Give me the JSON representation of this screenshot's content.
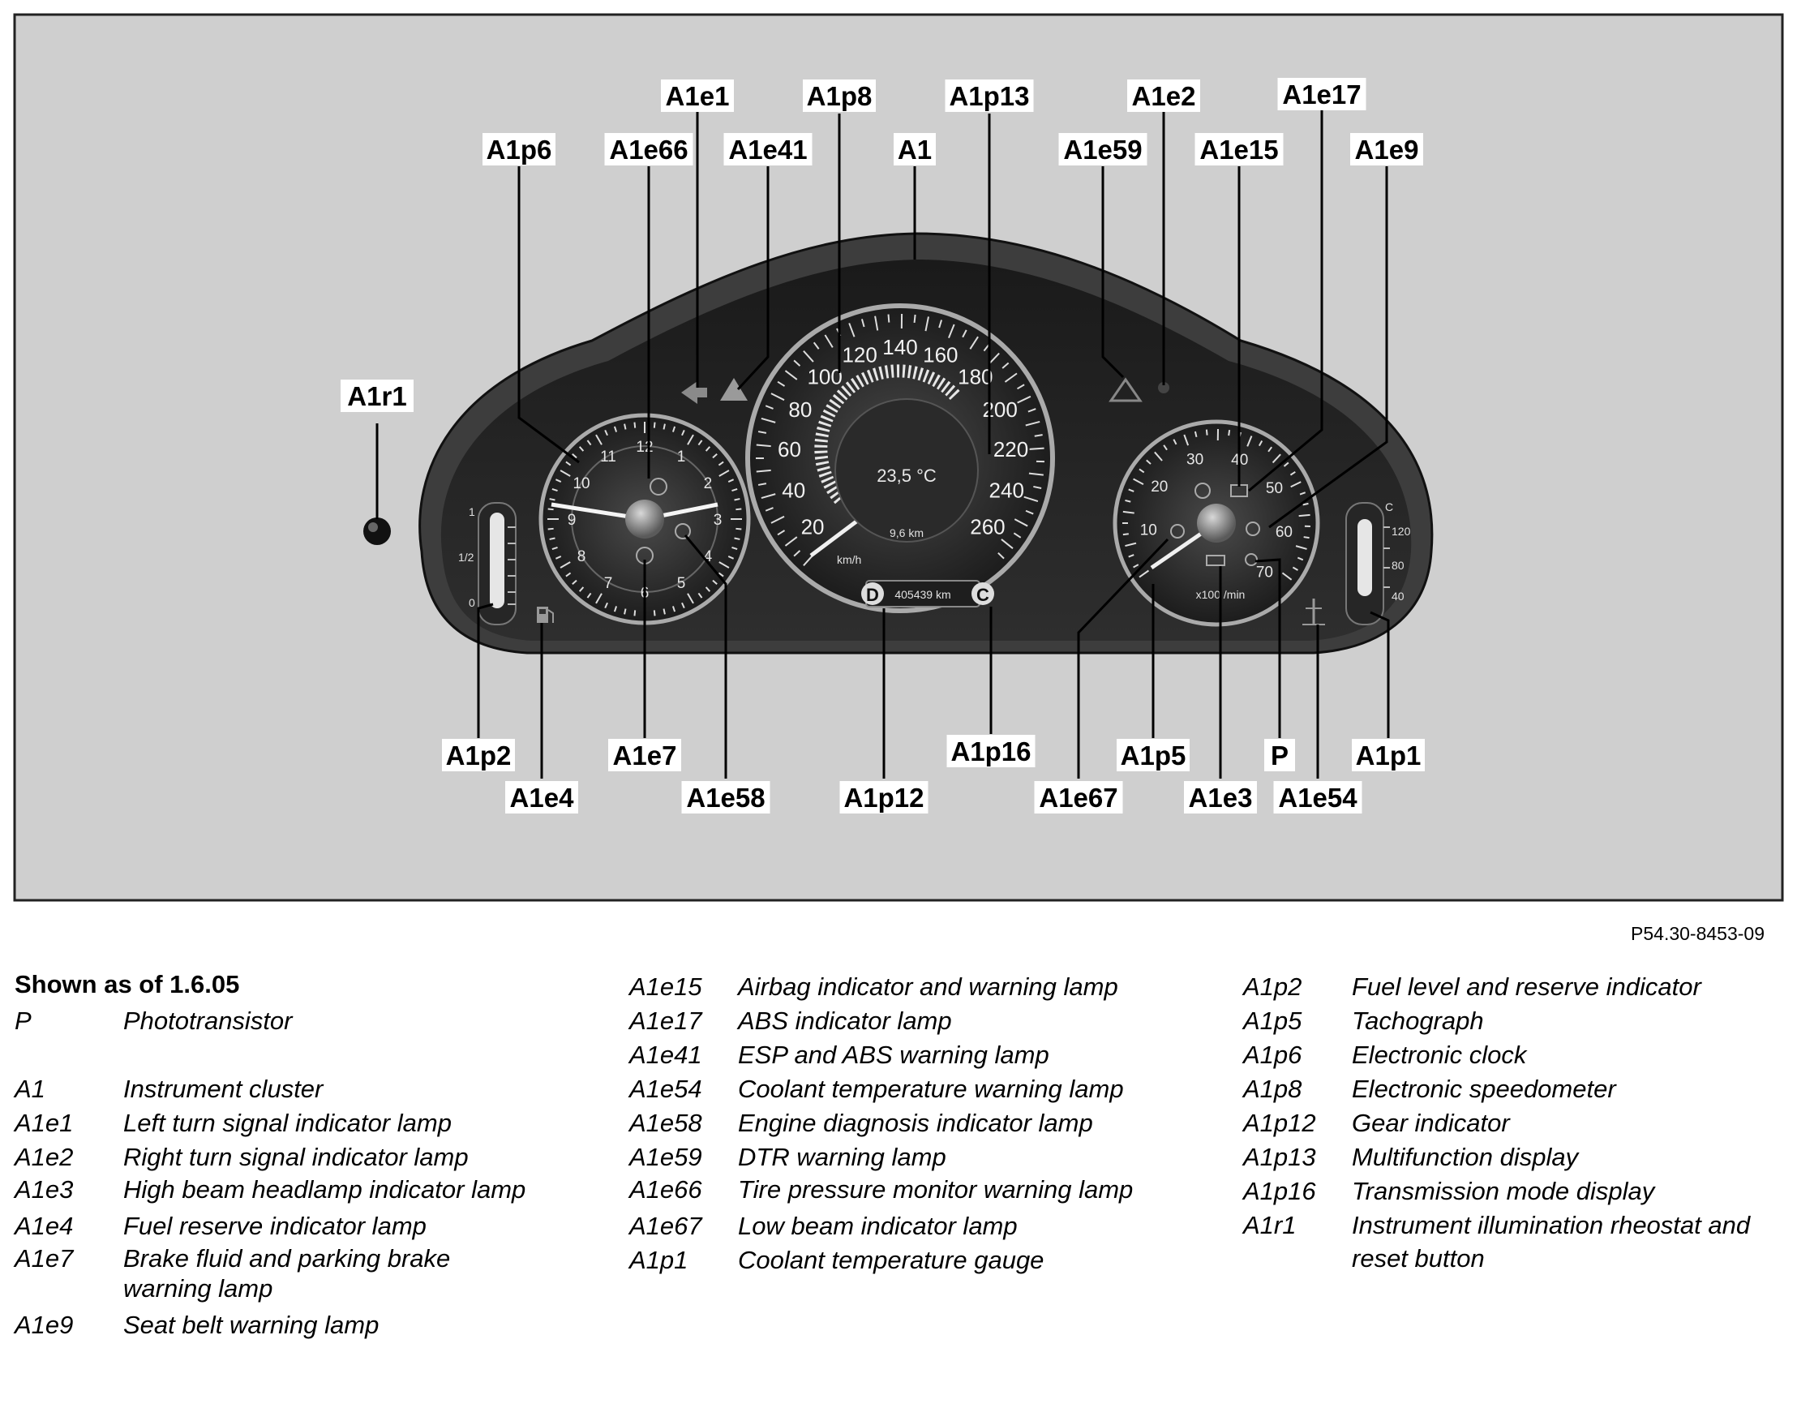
{
  "figure": {
    "labels": {
      "A1e1": "A1e1",
      "A1p8": "A1p8",
      "A1p13": "A1p13",
      "A1e2": "A1e2",
      "A1e17": "A1e17",
      "A1p6": "A1p6",
      "A1e66": "A1e66",
      "A1e41": "A1e41",
      "A1": "A1",
      "A1e59": "A1e59",
      "A1e15": "A1e15",
      "A1e9": "A1e9",
      "A1r1": "A1r1",
      "A1p2": "A1p2",
      "A1e7": "A1e7",
      "A1p16": "A1p16",
      "A1p5": "A1p5",
      "P": "P",
      "A1p1": "A1p1",
      "A1e4": "A1e4",
      "A1e58": "A1e58",
      "A1p12": "A1p12",
      "A1e67": "A1e67",
      "A1e3": "A1e3",
      "A1e54": "A1e54"
    },
    "speedometer": {
      "numbers": [
        "20",
        "40",
        "60",
        "80",
        "100",
        "120",
        "140",
        "160",
        "180",
        "200",
        "220",
        "240",
        "260"
      ],
      "unit": "km/h"
    },
    "clock": {
      "numbers": [
        "12",
        "1",
        "2",
        "3",
        "4",
        "5",
        "6",
        "7",
        "8",
        "9",
        "10",
        "11"
      ]
    },
    "tachometer": {
      "numbers": [
        "10",
        "20",
        "30",
        "40",
        "50",
        "60",
        "70"
      ],
      "unit": "x100 /min"
    },
    "fuel_gauge": {
      "marks": [
        "1",
        "1/2",
        "0"
      ]
    },
    "coolant_gauge": {
      "marks": [
        "C",
        "120",
        "80",
        "40"
      ]
    },
    "display": {
      "temperature": "23,5 °C",
      "trip": "9,6 km",
      "odometer": "405439 km",
      "gear": "D",
      "mode": "C"
    }
  },
  "ref_code": "P54.30-8453-09",
  "legend": {
    "heading": "Shown as of 1.6.05",
    "col1": [
      {
        "code": "P",
        "desc": "Phototransistor"
      },
      {
        "code": "A1",
        "desc": "Instrument cluster"
      },
      {
        "code": "A1e1",
        "desc": "Left turn signal indicator lamp"
      },
      {
        "code": "A1e2",
        "desc": "Right turn signal indicator lamp"
      },
      {
        "code": "A1e3",
        "desc": "High beam headlamp indicator lamp"
      },
      {
        "code": "A1e4",
        "desc": "Fuel reserve indicator lamp"
      },
      {
        "code": "A1e7",
        "desc": "Brake fluid and parking brake warning lamp"
      },
      {
        "code": "A1e9",
        "desc": "Seat belt warning lamp"
      }
    ],
    "col2": [
      {
        "code": "A1e15",
        "desc": "Airbag indicator and warning lamp"
      },
      {
        "code": "A1e17",
        "desc": "ABS indicator lamp"
      },
      {
        "code": "A1e41",
        "desc": "ESP and ABS warning lamp"
      },
      {
        "code": "A1e54",
        "desc": "Coolant temperature warning lamp"
      },
      {
        "code": "A1e58",
        "desc": "Engine diagnosis indicator lamp"
      },
      {
        "code": "A1e59",
        "desc": "DTR warning lamp"
      },
      {
        "code": "A1e66",
        "desc": "Tire pressure monitor warning lamp"
      },
      {
        "code": "A1e67",
        "desc": "Low beam indicator lamp"
      },
      {
        "code": "A1p1",
        "desc": "Coolant temperature gauge"
      }
    ],
    "col3": [
      {
        "code": "A1p2",
        "desc": "Fuel level and reserve indicator"
      },
      {
        "code": "A1p5",
        "desc": "Tachograph"
      },
      {
        "code": "A1p6",
        "desc": "Electronic clock"
      },
      {
        "code": "A1p8",
        "desc": "Electronic speedometer"
      },
      {
        "code": "A1p12",
        "desc": "Gear indicator"
      },
      {
        "code": "A1p13",
        "desc": "Multifunction display"
      },
      {
        "code": "A1p16",
        "desc": "Transmission mode display"
      },
      {
        "code": "A1r1",
        "desc": "Instrument illumination rheostat and reset button"
      }
    ]
  }
}
